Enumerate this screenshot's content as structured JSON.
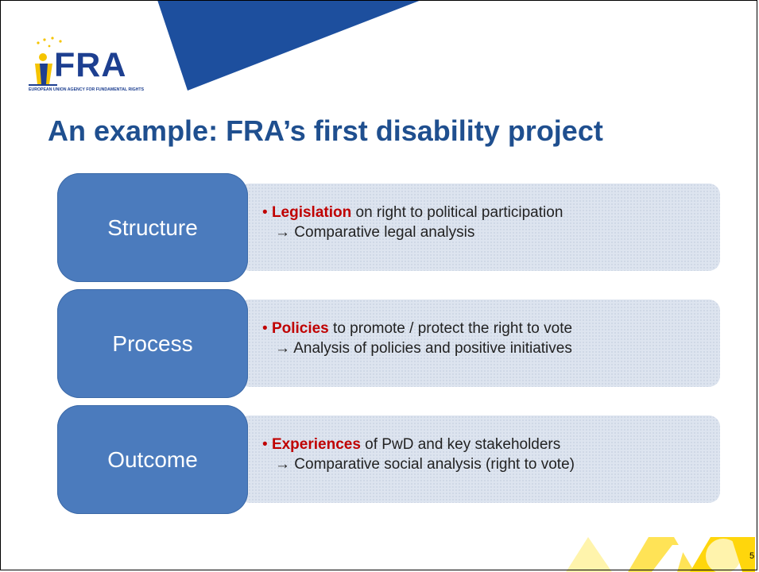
{
  "logo": {
    "text": "FRA",
    "subtitle": "EUROPEAN UNION AGENCY FOR FUNDAMENTAL RIGHTS"
  },
  "title": "An example: FRA’s first disability project",
  "rows": [
    {
      "label": "Structure",
      "bullet": "•",
      "keyword": "Legislation",
      "text": " on right to political participation",
      "subline": "→ Comparative legal analysis"
    },
    {
      "label": "Process",
      "bullet": "•",
      "keyword": "Policies",
      "text": " to promote / protect the right to vote",
      "subline": "→ Analysis of policies and positive initiatives"
    },
    {
      "label": "Outcome",
      "bullet": "•",
      "keyword": "Experiences",
      "text": " of PwD and key stakeholders",
      "subline": "→ Comparative social analysis (right to vote)"
    }
  ],
  "page_number": "5",
  "colors": {
    "title": "#1f4f8f",
    "pill": "#4b7bbd",
    "keyword": "#c00000",
    "banner": "#1d4f9e",
    "accent_yellow": "#ffe24d"
  }
}
